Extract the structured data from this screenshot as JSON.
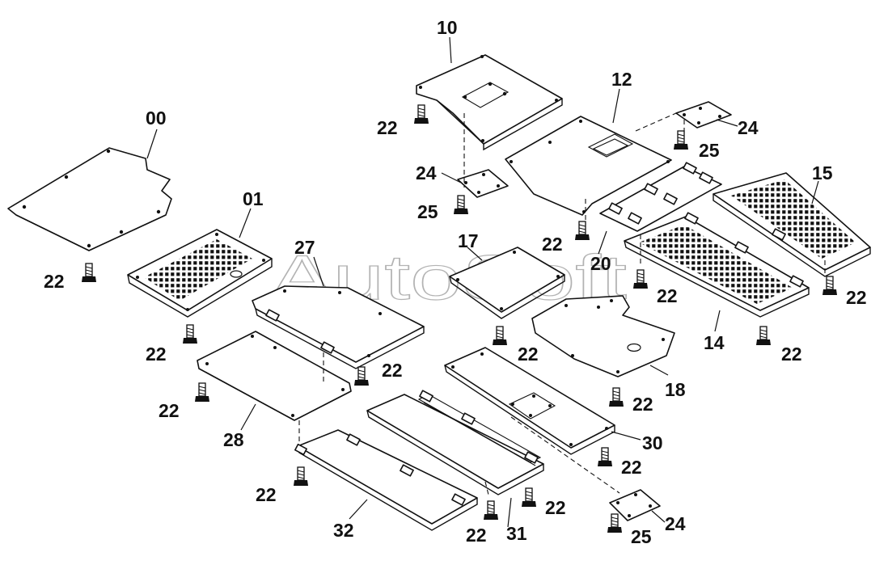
{
  "watermark": "AutoSoft",
  "labels": {
    "l00": "00",
    "l01": "01",
    "l10": "10",
    "l12": "12",
    "l14": "14",
    "l15": "15",
    "l17": "17",
    "l18": "18",
    "l20": "20",
    "l22": "22",
    "l24": "24",
    "l25": "25",
    "l27": "27",
    "l28": "28",
    "l30": "30",
    "l31": "31",
    "l32": "32"
  }
}
